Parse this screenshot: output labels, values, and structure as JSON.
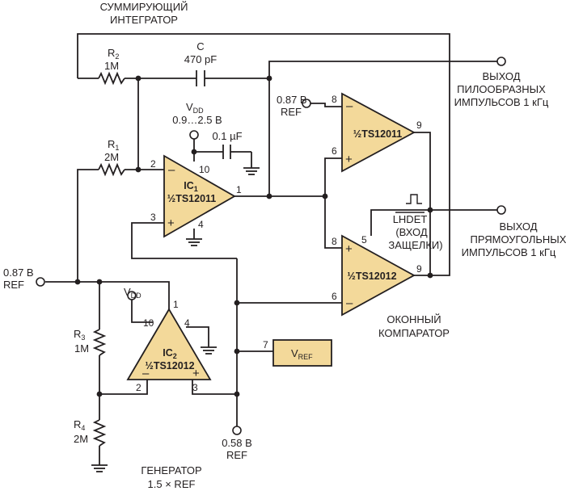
{
  "titles": {
    "integrator_line1": "СУММИРУЮЩИЙ",
    "integrator_line2": "ИНТЕГРАТОР",
    "generator_line1": "ГЕНЕРАТОР",
    "generator_line2": "1.5 × REF",
    "comparator_line1": "ОКОННЫЙ",
    "comparator_line2": "КОМПАРАТОР"
  },
  "components": {
    "r2": {
      "letter": "R",
      "sub": "2",
      "value": "1M"
    },
    "r1": {
      "letter": "R",
      "sub": "1",
      "value": "2M"
    },
    "r3": {
      "letter": "R",
      "sub": "3",
      "value": "1M"
    },
    "r4": {
      "letter": "R",
      "sub": "4",
      "value": "2M"
    },
    "c": {
      "name": "C",
      "value": "470 pF"
    },
    "c_bypass": {
      "value": "0.1 µF"
    },
    "vdd_top": {
      "letter": "V",
      "sub": "DD",
      "range": "0.9…2.5 В"
    },
    "vdd_ic2": {
      "letter": "V",
      "sub": "DD"
    }
  },
  "chips": {
    "ic1": {
      "letter": "IC",
      "sub": "1",
      "part": "½TS12011"
    },
    "ic2": {
      "letter": "IC",
      "sub": "2",
      "part": "½TS12012"
    },
    "comp_top": {
      "part": "½TS12011"
    },
    "comp_bot": {
      "part": "½TS12012"
    },
    "vref": {
      "letter": "V",
      "sub": "REF"
    }
  },
  "pins": {
    "ic1_inv": "2",
    "ic1_noninv": "3",
    "ic1_vdd": "10",
    "ic1_gnd": "4",
    "ic1_out": "1",
    "ct_inv": "8",
    "ct_noninv": "6",
    "ct_out": "9",
    "cb_noninv": "8",
    "cb_inv": "6",
    "cb_latch": "5",
    "cb_out": "9",
    "ic2_vdd": "10",
    "ic2_out": "1",
    "ic2_gnd": "4",
    "ic2_inv": "2",
    "ic2_noninv": "3",
    "vref_pin": "7"
  },
  "signs": {
    "minus": "–",
    "plus": "+"
  },
  "nodes": {
    "ref_087_in": {
      "value": "0.87 В",
      "name": "REF"
    },
    "ref_087_comp": {
      "value": "0.87 В",
      "name": "REF"
    },
    "ref_058": {
      "value": "0.58 В",
      "name": "REF"
    }
  },
  "outputs": {
    "sawtooth_line1": "ВЫХОД",
    "sawtooth_line2": "ПИЛООБРАЗНЫХ",
    "sawtooth_line3": "ИМПУЛЬСОВ 1 кГц",
    "square_line1": "ВЫХОД",
    "square_line2": "ПРЯМОУГОЛЬНЫХ",
    "square_line3": "ИМПУЛЬСОВ 1 кГц"
  },
  "latch": {
    "name": "LHDET",
    "line1": "(ВХОД",
    "line2": "ЗАЩЕЛКИ)"
  }
}
